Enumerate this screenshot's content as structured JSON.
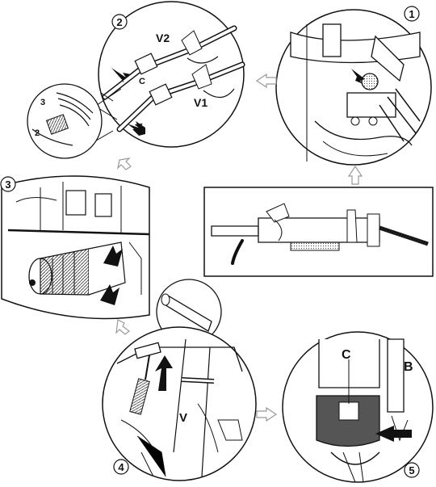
{
  "steps": [
    {
      "number": "1"
    },
    {
      "number": "2",
      "labels": {
        "v2": "V2",
        "v1": "V1",
        "c": "C"
      },
      "inset": {
        "n3": "3",
        "n2": "2"
      }
    },
    {
      "number": "3"
    },
    {
      "number": "4",
      "labels": {
        "v": "V"
      }
    },
    {
      "number": "5",
      "labels": {
        "c": "C",
        "b": "B"
      }
    }
  ],
  "colors": {
    "line": "#111111",
    "arrow_open": "#bbbbbb",
    "shade": "#555555"
  }
}
